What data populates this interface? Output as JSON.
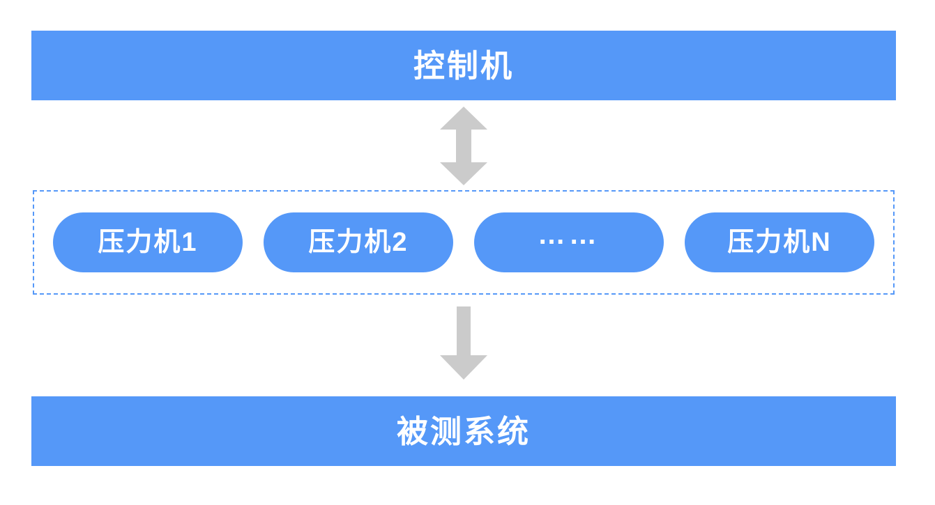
{
  "diagram": {
    "top_bar": {
      "label": "控制机"
    },
    "load_generators": {
      "items": [
        {
          "label": "压力机1"
        },
        {
          "label": "压力机2"
        },
        {
          "label": "……"
        },
        {
          "label": "压力机N"
        }
      ]
    },
    "bottom_bar": {
      "label": "被测系统"
    },
    "icons": {
      "top_connector": "bidirectional-vertical-arrow",
      "bottom_connector": "down-arrow"
    },
    "colors": {
      "primary_blue": "#5598F8",
      "arrow_gray": "#CBCBCB",
      "text_white": "#FFFFFF",
      "background": "#FFFFFF"
    }
  }
}
